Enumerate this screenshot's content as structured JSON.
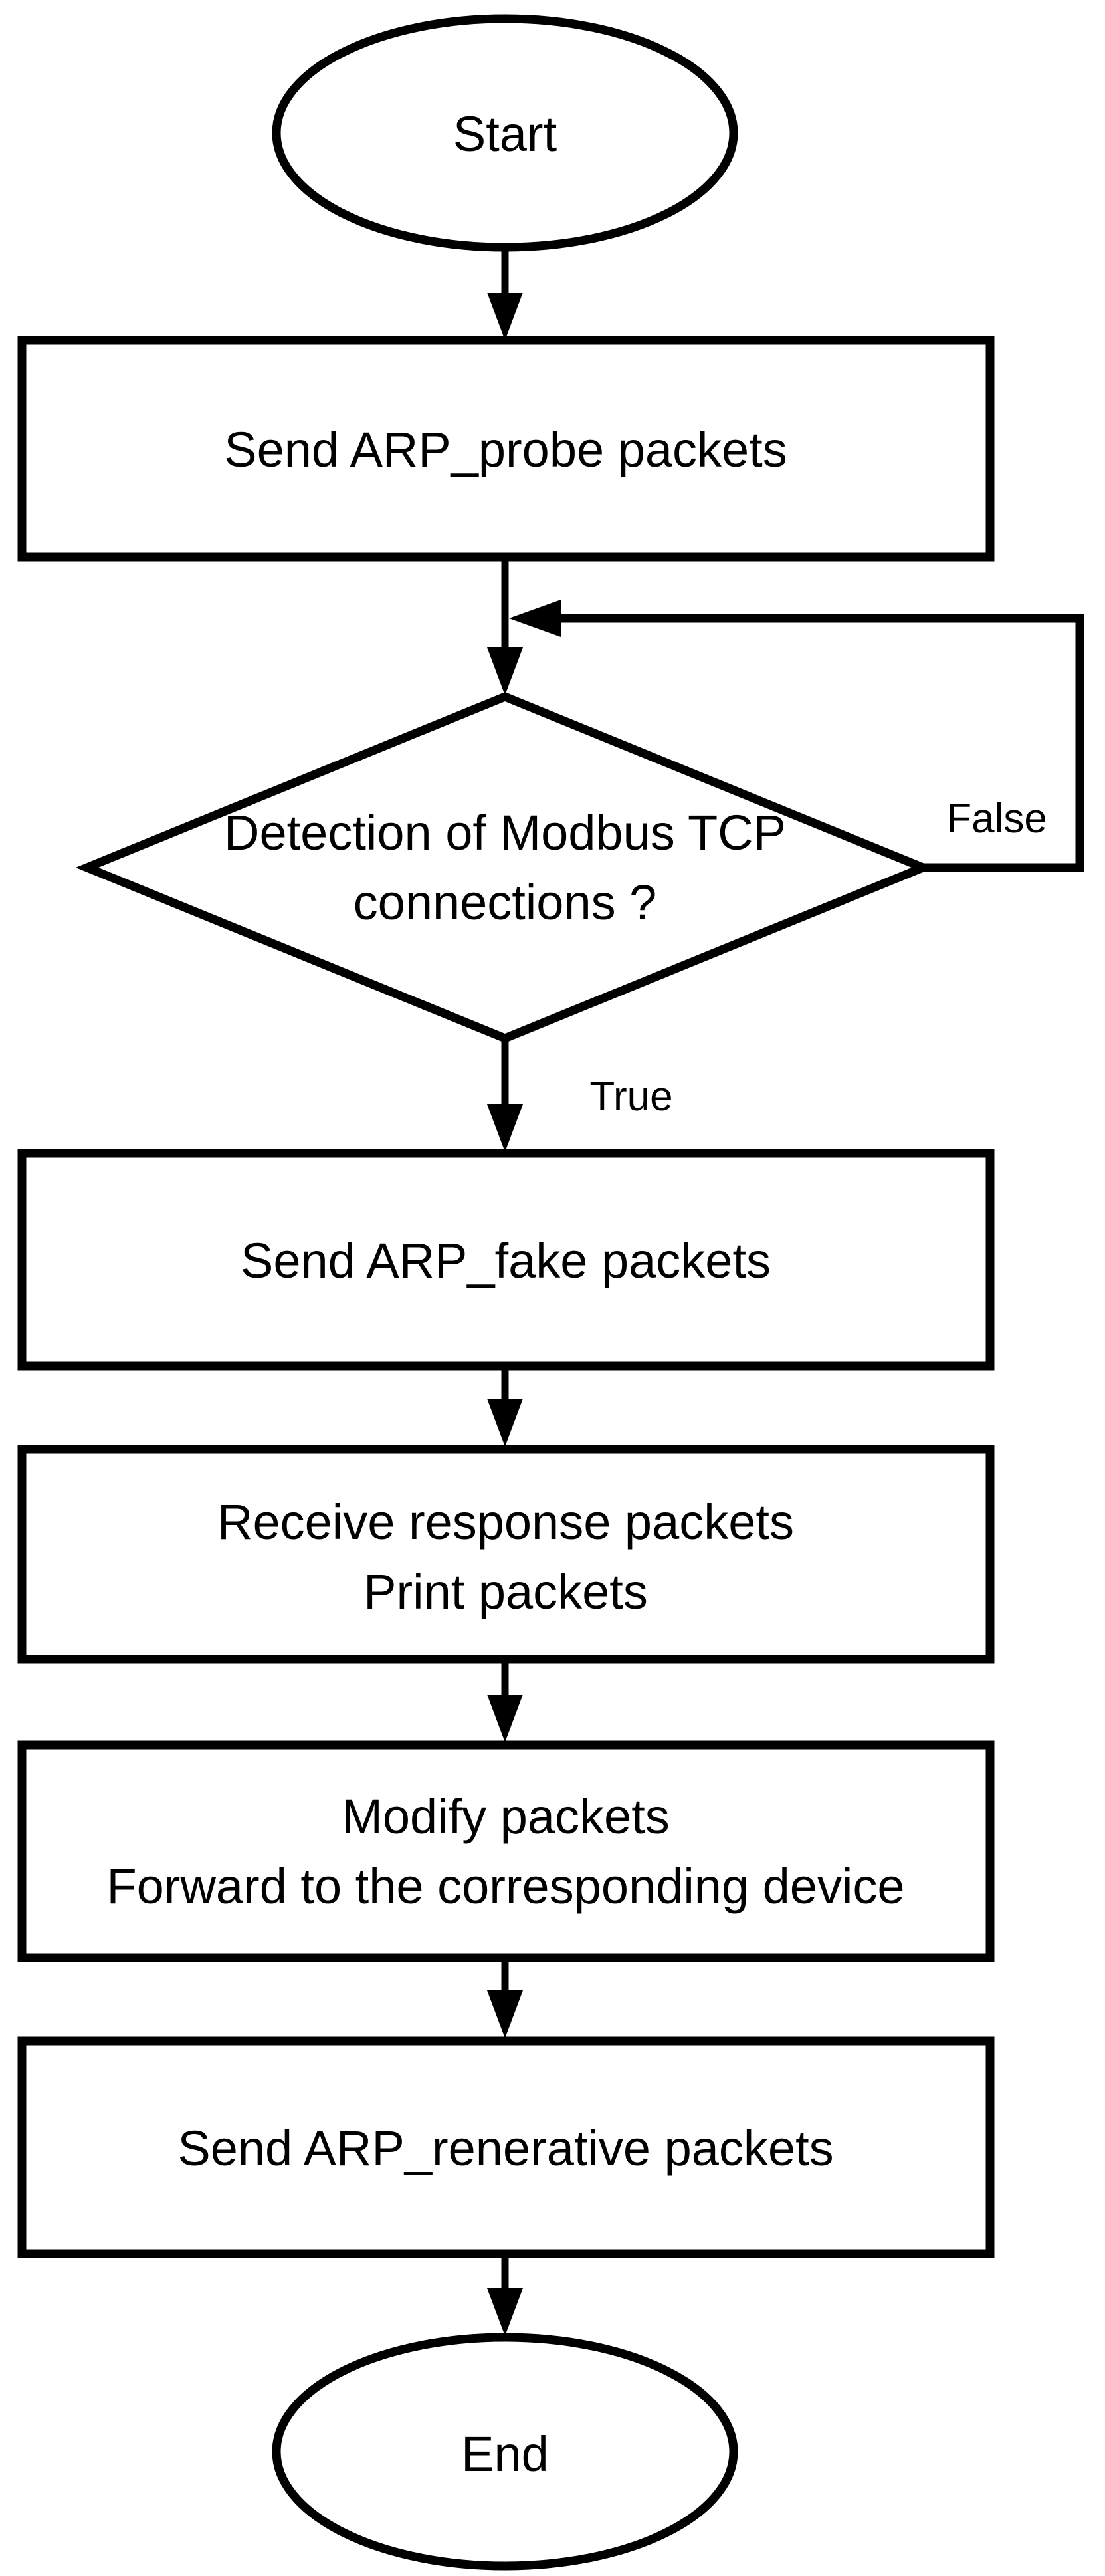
{
  "flowchart": {
    "colors": {
      "stroke": "#000000",
      "text": "#000000",
      "background": "#ffffff"
    },
    "nodes": {
      "start": {
        "type": "terminator",
        "label": "Start"
      },
      "send_arp_probe": {
        "type": "process",
        "label": "Send ARP_probe packets"
      },
      "detect_modbus": {
        "type": "decision",
        "line1": "Detection of Modbus TCP",
        "line2": "connections ?"
      },
      "send_arp_fake": {
        "type": "process",
        "label": "Send ARP_fake packets"
      },
      "receive_response": {
        "type": "process",
        "line1": "Receive response packets",
        "line2": "Print packets"
      },
      "modify_packets": {
        "type": "process",
        "line1": "Modify packets",
        "line2": "Forward to the corresponding device"
      },
      "send_arp_renerative": {
        "type": "process",
        "label": "Send ARP_renerative packets"
      },
      "end": {
        "type": "terminator",
        "label": "End"
      }
    },
    "edges": {
      "true_label": "True",
      "false_label": "False"
    }
  }
}
